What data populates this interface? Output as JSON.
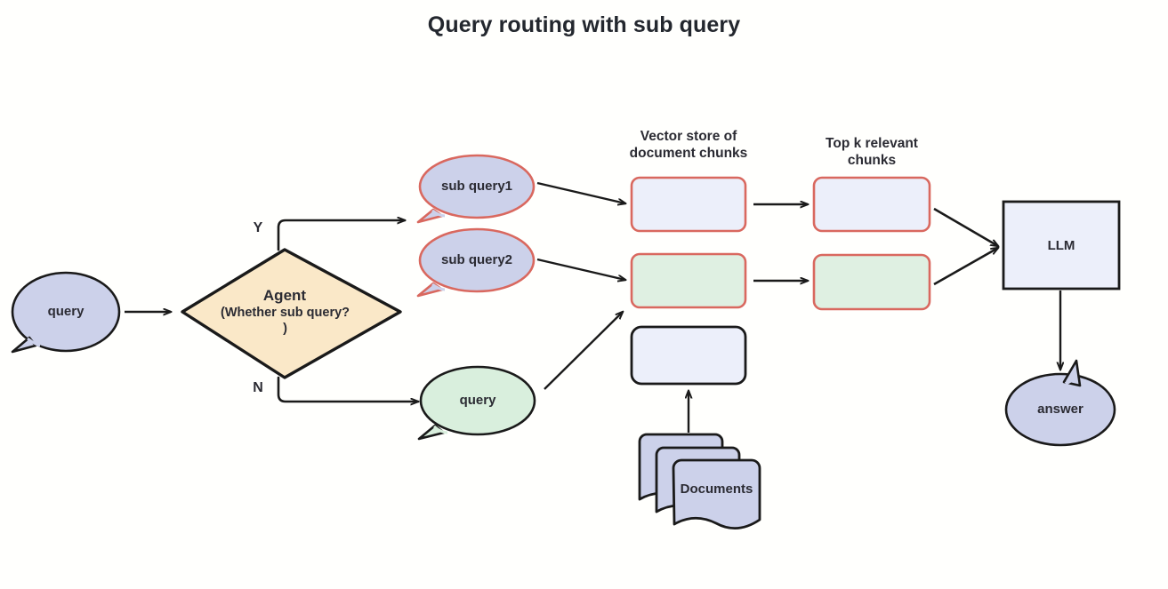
{
  "title": "Query routing with sub query",
  "colors": {
    "background": "#fffffd",
    "lavender_fill": "#ccd1ea",
    "lavender_light_fill": "#eceffa",
    "green_fill": "#d9efdd",
    "green_light_fill": "#dff0e2",
    "diamond_fill": "#fae8c8",
    "red_stroke": "#d9685f",
    "black_stroke": "#1a1a1a",
    "text": "#2b2b33"
  },
  "nodes": {
    "query_input": {
      "label": "query",
      "shape": "speech-bubble",
      "fill": "lavender"
    },
    "agent": {
      "title": "Agent",
      "subtitle": "(Whether sub query? )",
      "shape": "diamond",
      "fill": "tan"
    },
    "branch_yes": {
      "label": "Y"
    },
    "branch_no": {
      "label": "N"
    },
    "sub_query_1": {
      "label": "sub query1",
      "shape": "speech-bubble",
      "fill": "lavender",
      "stroke": "red"
    },
    "sub_query_2": {
      "label": "sub query2",
      "shape": "speech-bubble",
      "fill": "lavender",
      "stroke": "red"
    },
    "query_direct": {
      "label": "query",
      "shape": "speech-bubble",
      "fill": "green",
      "stroke": "black"
    },
    "vector_store_caption": {
      "label": "Vector store of\ndocument chunks"
    },
    "topk_caption": {
      "label": "Top k relevant\nchunks"
    },
    "vector_store_1": {
      "label": "",
      "shape": "rounded-rect",
      "fill": "lavender-light",
      "stroke": "red"
    },
    "vector_store_2": {
      "label": "",
      "shape": "rounded-rect",
      "fill": "green-light",
      "stroke": "red"
    },
    "vector_store_3": {
      "label": "",
      "shape": "rounded-rect",
      "fill": "lavender-light",
      "stroke": "black"
    },
    "topk_1": {
      "label": "",
      "shape": "rounded-rect",
      "fill": "lavender-light",
      "stroke": "red"
    },
    "topk_2": {
      "label": "",
      "shape": "rounded-rect",
      "fill": "green-light",
      "stroke": "red"
    },
    "documents": {
      "label": "Documents",
      "shape": "document-stack",
      "fill": "lavender"
    },
    "llm": {
      "label": "LLM",
      "shape": "rect",
      "fill": "lavender-light",
      "stroke": "black"
    },
    "answer": {
      "label": "answer",
      "shape": "speech-bubble",
      "fill": "lavender",
      "stroke": "black"
    }
  },
  "edges": [
    {
      "from": "query_input",
      "to": "agent",
      "label": ""
    },
    {
      "from": "agent",
      "to": "sub_query_1",
      "label": "Y"
    },
    {
      "from": "agent",
      "to": "query_direct",
      "label": "N"
    },
    {
      "from": "sub_query_1",
      "to": "vector_store_1",
      "label": ""
    },
    {
      "from": "sub_query_2",
      "to": "vector_store_2",
      "label": ""
    },
    {
      "from": "query_direct",
      "to": "vector_store_2",
      "label": ""
    },
    {
      "from": "vector_store_1",
      "to": "topk_1",
      "label": ""
    },
    {
      "from": "vector_store_2",
      "to": "topk_2",
      "label": ""
    },
    {
      "from": "topk_1",
      "to": "llm",
      "label": ""
    },
    {
      "from": "topk_2",
      "to": "llm",
      "label": ""
    },
    {
      "from": "documents",
      "to": "vector_store_3",
      "label": ""
    },
    {
      "from": "llm",
      "to": "answer",
      "label": ""
    }
  ]
}
